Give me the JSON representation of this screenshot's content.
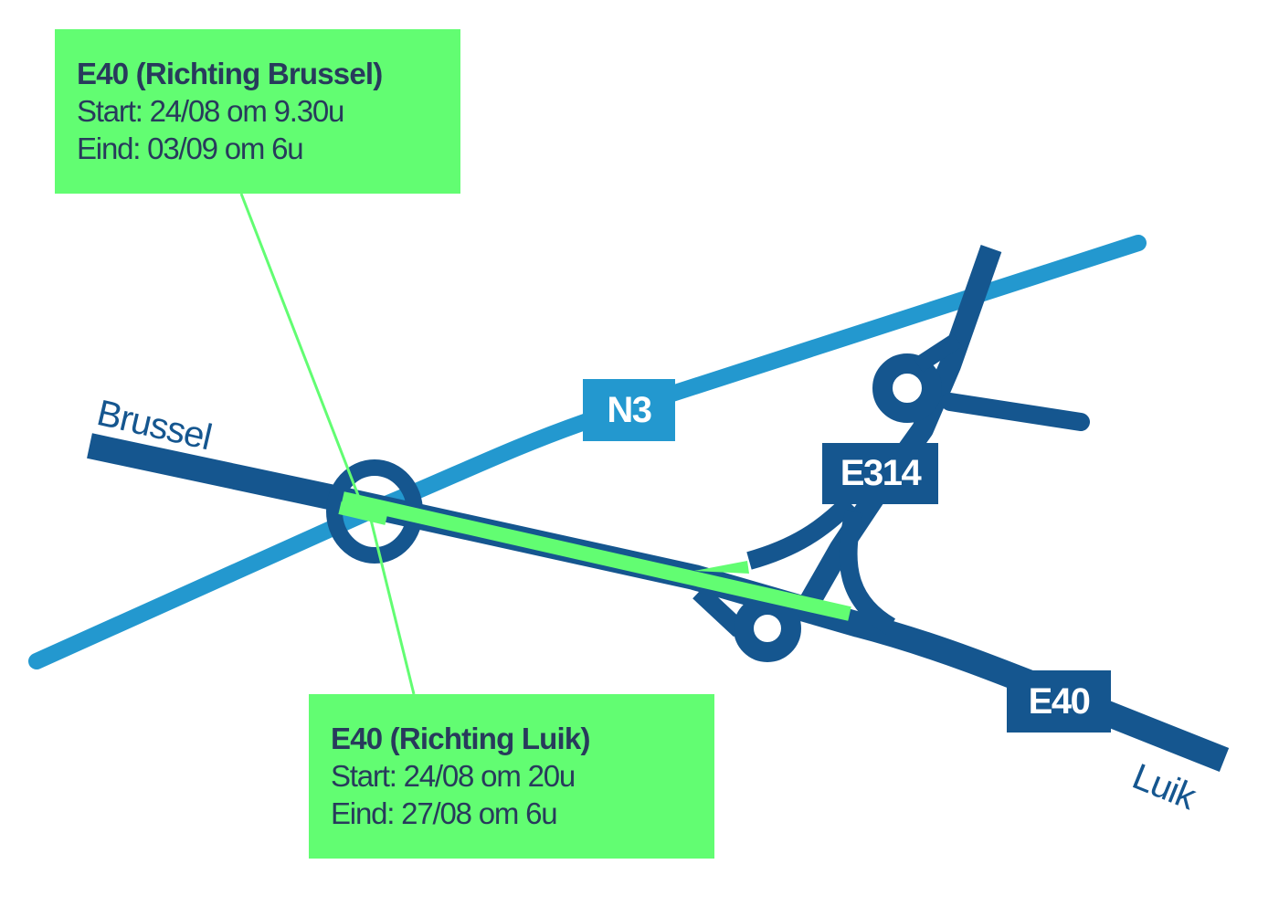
{
  "map": {
    "colors": {
      "motorway": "#15568f",
      "national_road": "#2398cf",
      "works_highlight": "#62fd72",
      "callout_text": "#283a5c",
      "background": "#ffffff"
    },
    "roads": [
      {
        "id": "E40",
        "type": "motorway"
      },
      {
        "id": "E314",
        "type": "motorway"
      },
      {
        "id": "N3",
        "type": "national_road"
      }
    ],
    "shields": {
      "n3": "N3",
      "e314": "E314",
      "e40": "E40"
    },
    "places": {
      "brussel": "Brussel",
      "luik": "Luik"
    },
    "callouts": [
      {
        "title": "E40 (Richting Brussel)",
        "start": "Start: 24/08 om 9.30u",
        "end": "Eind: 03/09 om 6u"
      },
      {
        "title": "E40 (Richting Luik)",
        "start": "Start: 24/08 om 20u",
        "end": "Eind: 27/08 om 6u"
      }
    ]
  }
}
